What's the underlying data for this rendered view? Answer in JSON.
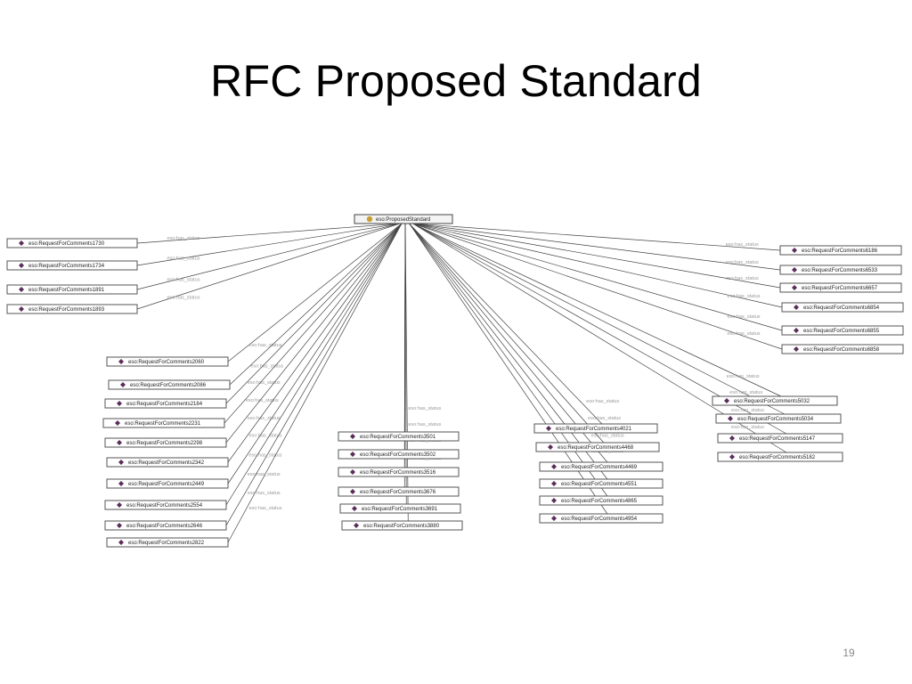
{
  "slide": {
    "title": "RFC Proposed Standard",
    "page_number": "19"
  },
  "graph": {
    "center": {
      "label": "eso:ProposedStandard",
      "icon": "class-circle-icon",
      "color": "#c8a032"
    },
    "instance_color": "#5a2d5a",
    "edge_label": "eso:has_status",
    "nodes": [
      "eso:RequestForComments1730",
      "eso:RequestForComments1734",
      "eso:RequestForComments1891",
      "eso:RequestForComments1893",
      "eso:RequestForComments2060",
      "eso:RequestForComments2086",
      "eso:RequestForComments2184",
      "eso:RequestForComments2231",
      "eso:RequestForComments2298",
      "eso:RequestForComments2342",
      "eso:RequestForComments2449",
      "eso:RequestForComments2554",
      "eso:RequestForComments2646",
      "eso:RequestForComments2822",
      "eso:RequestForComments3501",
      "eso:RequestForComments3502",
      "eso:RequestForComments3516",
      "eso:RequestForComments3676",
      "eso:RequestForComments3691",
      "eso:RequestForComments3880",
      "eso:RequestForComments4021",
      "eso:RequestForComments4468",
      "eso:RequestForComments4469",
      "eso:RequestForComments4551",
      "eso:RequestForComments4865",
      "eso:RequestForComments4954",
      "eso:RequestForComments5032",
      "eso:RequestForComments5034",
      "eso:RequestForComments5147",
      "eso:RequestForComments5182",
      "eso:RequestForComments6186",
      "eso:RequestForComments6533",
      "eso:RequestForComments6657",
      "eso:RequestForComments6854",
      "eso:RequestForComments6855",
      "eso:RequestForComments6858"
    ]
  }
}
